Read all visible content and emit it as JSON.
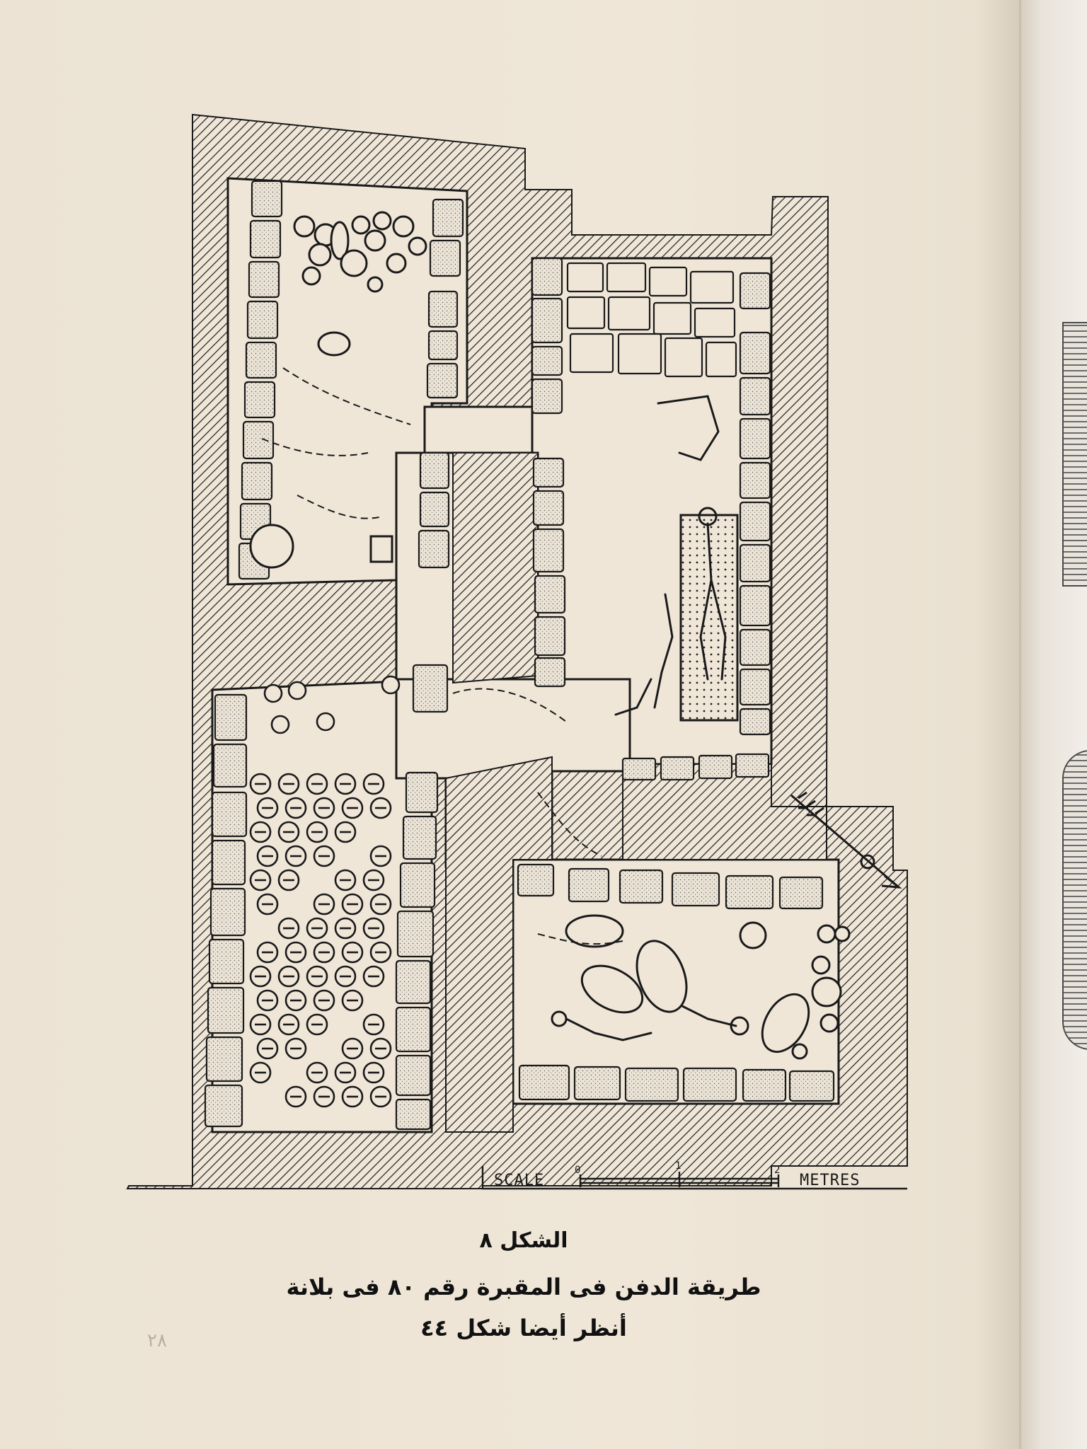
{
  "figure": {
    "label": "الشكل ٨",
    "caption_line1": "طريقة الدفن فى المقبرة رقم ٨٠ فى بلانة",
    "caption_line2": "أنظر أيضا شكل ٤٤"
  },
  "scale": {
    "label": "SCALE",
    "unit": "METRES",
    "ticks": [
      "0",
      "1",
      "2"
    ]
  },
  "page_number": "٢٨",
  "colors": {
    "paper": "#efe6d8",
    "ink": "#1a1a1a",
    "stone_fill": "#e7dfd1"
  }
}
